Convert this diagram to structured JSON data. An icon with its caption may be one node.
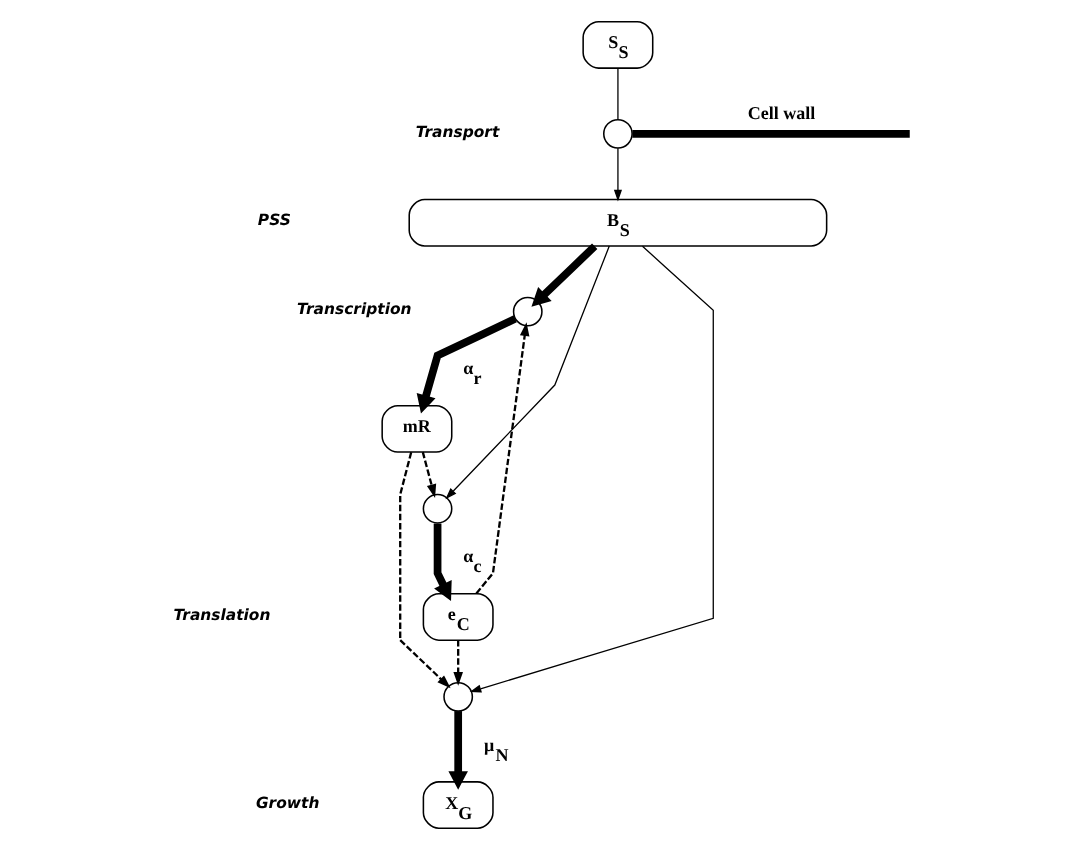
{
  "diagram": {
    "nodes": [
      {
        "text": [
          "S$_{S}$"
        ]
      },
      {
        "text": [],
        "shape": "circle"
      },
      {
        "text": [
          "B$_{S}$"
        ]
      },
      {
        "text": [],
        "shape": "circle"
      },
      {
        "text": [
          "mR"
        ]
      },
      {
        "text": [],
        "shape": "circle"
      },
      {
        "text": [
          "e$_{C}$"
        ]
      },
      {
        "text": [],
        "shape": "circle"
      },
      {
        "text": [
          "X$_{G}$"
        ]
      }
    ],
    "edges": [
      {
        "from": 0,
        "to": 1,
        "arrow": "none"
      },
      {
        "from": 1,
        "to": null,
        "arrow": "none",
        "label": "Cell wall",
        "style": "thick"
      },
      {
        "from": 1,
        "to": 2,
        "arrow": "to"
      },
      {
        "from": 2,
        "to": 3,
        "arrow": "to",
        "style": "thick"
      },
      {
        "from": 2,
        "to": 5,
        "arrow": "to"
      },
      {
        "from": 2,
        "to": 7,
        "arrow": "to"
      },
      {
        "from": 3,
        "to": 4,
        "arrow": "to",
        "label": "α$_{r}$",
        "style": "thick"
      },
      {
        "from": 4,
        "to": 5,
        "arrow": "to",
        "style": "dashed"
      },
      {
        "from": 5,
        "to": 6,
        "arrow": "to",
        "label": "α$_{c}$",
        "style": "thick"
      },
      {
        "from": 6,
        "to": 3,
        "arrow": "to",
        "style": "dashed"
      },
      {
        "from": 6,
        "to": 7,
        "arrow": "to",
        "style": "dashed"
      },
      {
        "from": 4,
        "to": 7,
        "arrow": "to",
        "style": "dashed"
      },
      {
        "from": 7,
        "to": 8,
        "arrow": "to",
        "label": "μ$_{N}$",
        "style": "thick"
      }
    ],
    "labels": [
      "Transport",
      "PSS",
      "Transcription",
      "Translation",
      "Growth"
    ]
  }
}
